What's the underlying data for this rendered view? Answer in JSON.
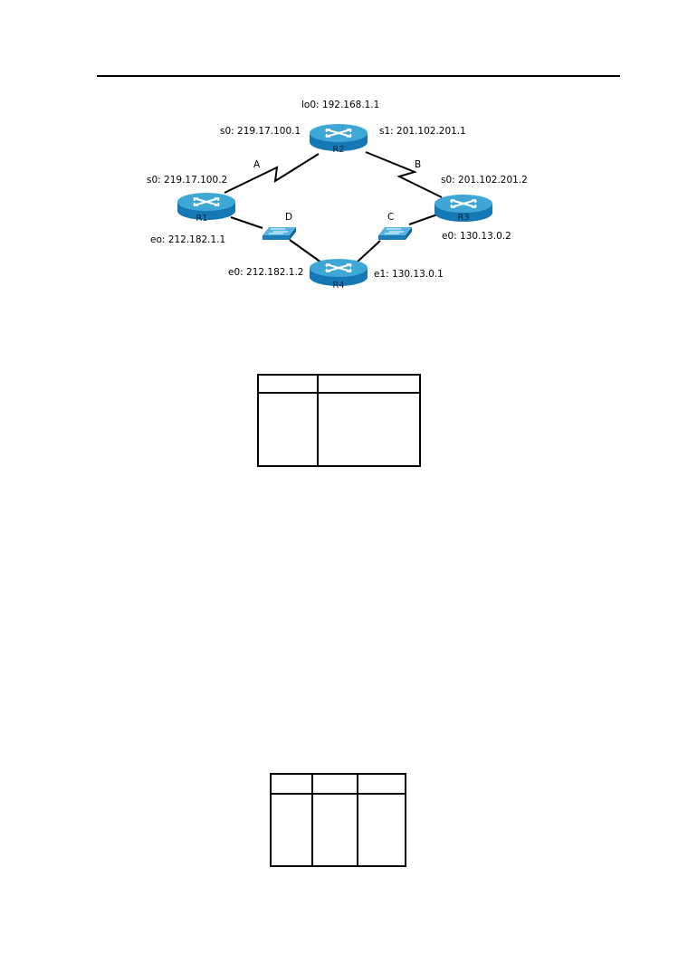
{
  "routers": [
    {
      "id": "R2",
      "label": "R2"
    },
    {
      "id": "R1",
      "label": "R1"
    },
    {
      "id": "R3",
      "label": "R3"
    },
    {
      "id": "R4",
      "label": "R4"
    }
  ],
  "links": [
    {
      "label": "A"
    },
    {
      "label": "B"
    },
    {
      "label": "C"
    },
    {
      "label": "D"
    }
  ],
  "interfaces": {
    "r2_lo0": "lo0: 192.168.1.1",
    "r2_s0": "s0: 219.17.100.1",
    "r2_s1": "s1: 201.102.201.1",
    "r1_s0": "s0: 219.17.100.2",
    "r1_e0": "eo: 212.182.1.1",
    "r3_s0": "s0: 201.102.201.2",
    "r3_e0": "e0: 130.13.0.2",
    "r4_e0": "e0: 212.182.1.2",
    "r4_e1": "e1: 130.13.0.1"
  },
  "colors": {
    "router_top": "#3fa7d6",
    "router_side": "#1478b4",
    "switch_top": "#55b5e0",
    "switch_side": "#1a7fb8",
    "line": "#000000"
  },
  "tables": [
    {
      "columns": 2,
      "rows": 2
    },
    {
      "columns": 3,
      "rows": 2
    }
  ]
}
